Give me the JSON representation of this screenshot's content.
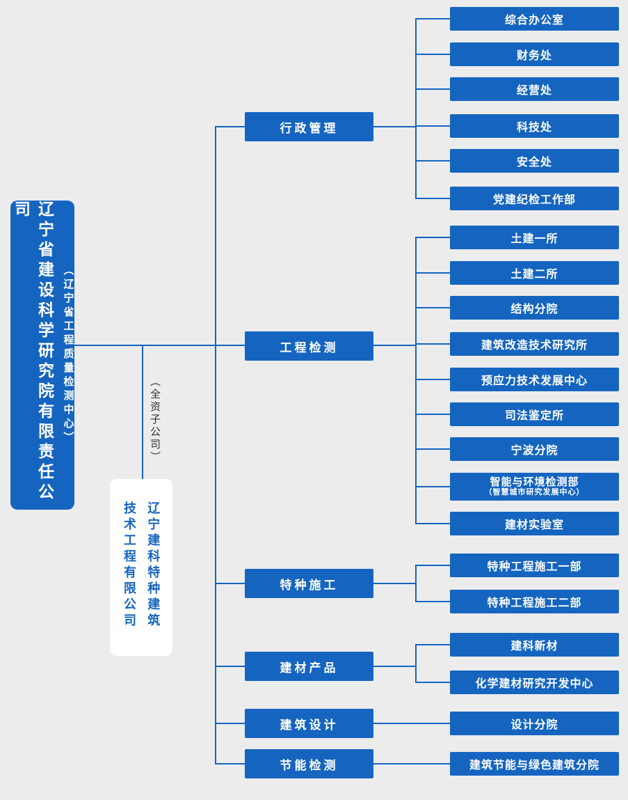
{
  "page": {
    "background": "#ececec",
    "accent": "#1565c0",
    "box_text_color": "#ffffff",
    "note_color": "#333333"
  },
  "root": {
    "title": "辽宁省建设科学研究院有限责任公司",
    "subtitle": "（辽宁省工程质量检测中心）"
  },
  "subsidiary": {
    "name": "辽宁建科特种建筑技术工程有限公司",
    "note": "（全资子公司）"
  },
  "departments": [
    {
      "label": "行政管理",
      "children": [
        {
          "label": "综合办公室"
        },
        {
          "label": "财务处"
        },
        {
          "label": "经营处"
        },
        {
          "label": "科技处"
        },
        {
          "label": "安全处"
        },
        {
          "label": "党建纪检工作部"
        }
      ]
    },
    {
      "label": "工程检测",
      "children": [
        {
          "label": "土建一所"
        },
        {
          "label": "土建二所"
        },
        {
          "label": "结构分院"
        },
        {
          "label": "建筑改造技术研究所"
        },
        {
          "label": "预应力技术发展中心"
        },
        {
          "label": "司法鉴定所"
        },
        {
          "label": "宁波分院"
        },
        {
          "label": "智能与环境检测部",
          "sublabel": "（智慧城市研究发展中心）"
        },
        {
          "label": "建材实验室"
        }
      ]
    },
    {
      "label": "特种施工",
      "children": [
        {
          "label": "特种工程施工一部"
        },
        {
          "label": "特种工程施工二部"
        }
      ]
    },
    {
      "label": "建材产品",
      "children": [
        {
          "label": "建科新材"
        },
        {
          "label": "化学建材研究开发中心"
        }
      ]
    },
    {
      "label": "建筑设计",
      "children": [
        {
          "label": "设计分院"
        }
      ]
    },
    {
      "label": "节能检测",
      "children": [
        {
          "label": "建筑节能与绿色建筑分院"
        }
      ]
    }
  ]
}
